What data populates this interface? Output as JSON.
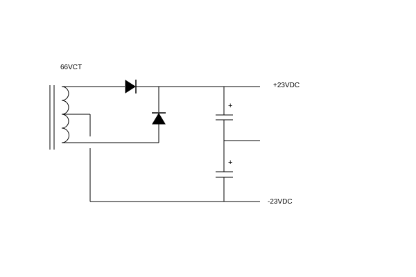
{
  "labels": {
    "transformer": "66VCT",
    "positive_rail": "+23VDC",
    "negative_rail": "-23VDC",
    "cap_top_polarity": "+",
    "cap_bottom_polarity": "+"
  },
  "colors": {
    "line": "#000000",
    "background": "#ffffff"
  },
  "components": [
    "transformer",
    "diode-series",
    "diode-shunt",
    "capacitor-top",
    "capacitor-bottom"
  ]
}
